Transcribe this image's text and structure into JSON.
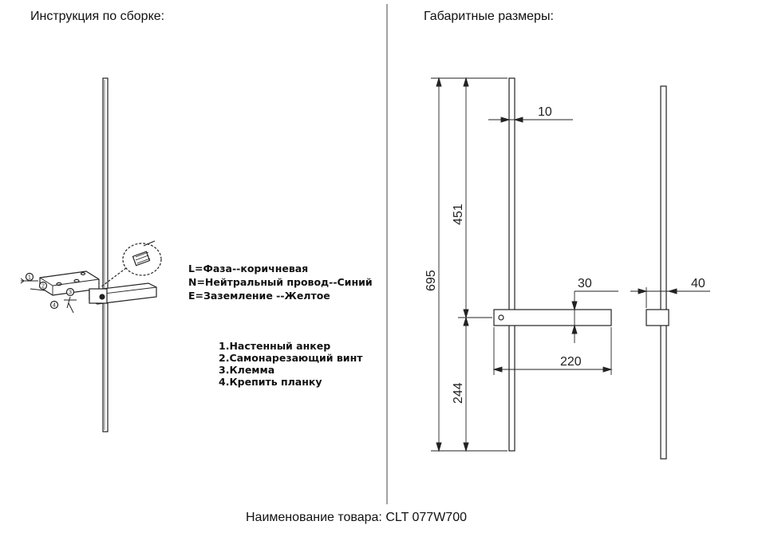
{
  "left_panel": {
    "title": "Инструкция по сборке:",
    "wiring": [
      "L=Фаза--коричневая",
      "N=Нейтральный провод--Синий",
      "E=Заземление --Желтое"
    ],
    "steps": [
      "1.Настенный анкер",
      "2.Самонарезающий винт",
      "3.Клемма",
      "4.Крепить планку"
    ],
    "callout_numbers": [
      "1",
      "2",
      "3",
      "4"
    ]
  },
  "right_panel": {
    "title": "Габаритные размеры:",
    "dimensions": {
      "total_height": "695",
      "upper_height": "451",
      "lower_height": "244",
      "bar_width": "10",
      "bracket_height": "30",
      "bracket_length": "220",
      "side_depth": "40"
    }
  },
  "footer": {
    "product_name": "Наименование товара: CLT 077W700"
  },
  "colors": {
    "line": "#222222",
    "background": "#ffffff"
  }
}
